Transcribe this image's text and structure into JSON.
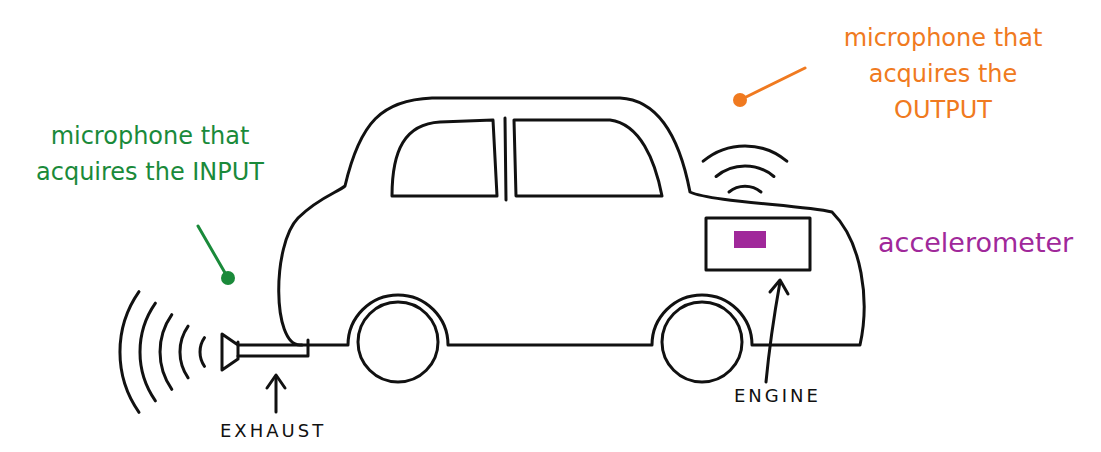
{
  "diagram": {
    "labels": [
      "microphone that acquires the INPUT",
      "microphone that acquires the OUTPUT",
      "accelerometer",
      "ENGINE",
      "EXHAUST"
    ]
  }
}
